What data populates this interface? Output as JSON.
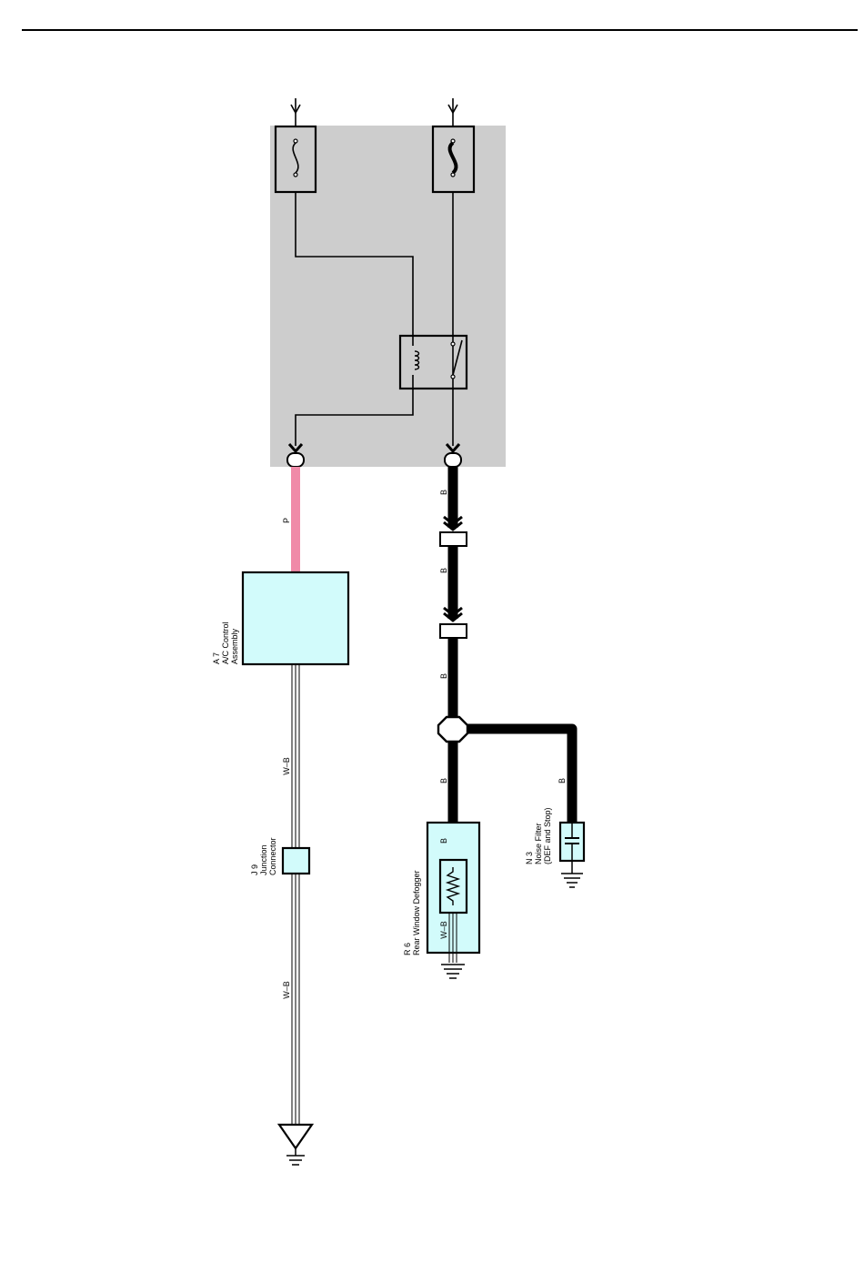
{
  "colors": {
    "relay_block_fill": "#cdcdcd",
    "component_fill": "#d2fbfb",
    "wire_pink": "#f08aa8",
    "wire_black": "#000000"
  },
  "wire_colors": {
    "p": "P",
    "b1": "B",
    "b2": "B",
    "b3": "B",
    "b4": "B",
    "b5": "B",
    "b6": "B",
    "wb1": "W–B",
    "wb2": "W–B",
    "wb3": "W–B"
  },
  "components": {
    "ac_control": {
      "code": "A 7",
      "line1": "A/C Control",
      "line2": "Assembly"
    },
    "junction": {
      "code": "J 9",
      "line1": "Junction",
      "line2": "Connector"
    },
    "defogger": {
      "code": "R 6",
      "line1": "Rear Window Defogger"
    },
    "noise_filter": {
      "code": "N 3",
      "line1": "Noise Filter",
      "line2": "(DEF and Stop)"
    }
  },
  "icons": [
    "fuse-icon",
    "fusible-link-icon",
    "relay-coil-icon",
    "relay-switch-icon",
    "resistor-icon",
    "capacitor-icon",
    "ground-icon"
  ]
}
